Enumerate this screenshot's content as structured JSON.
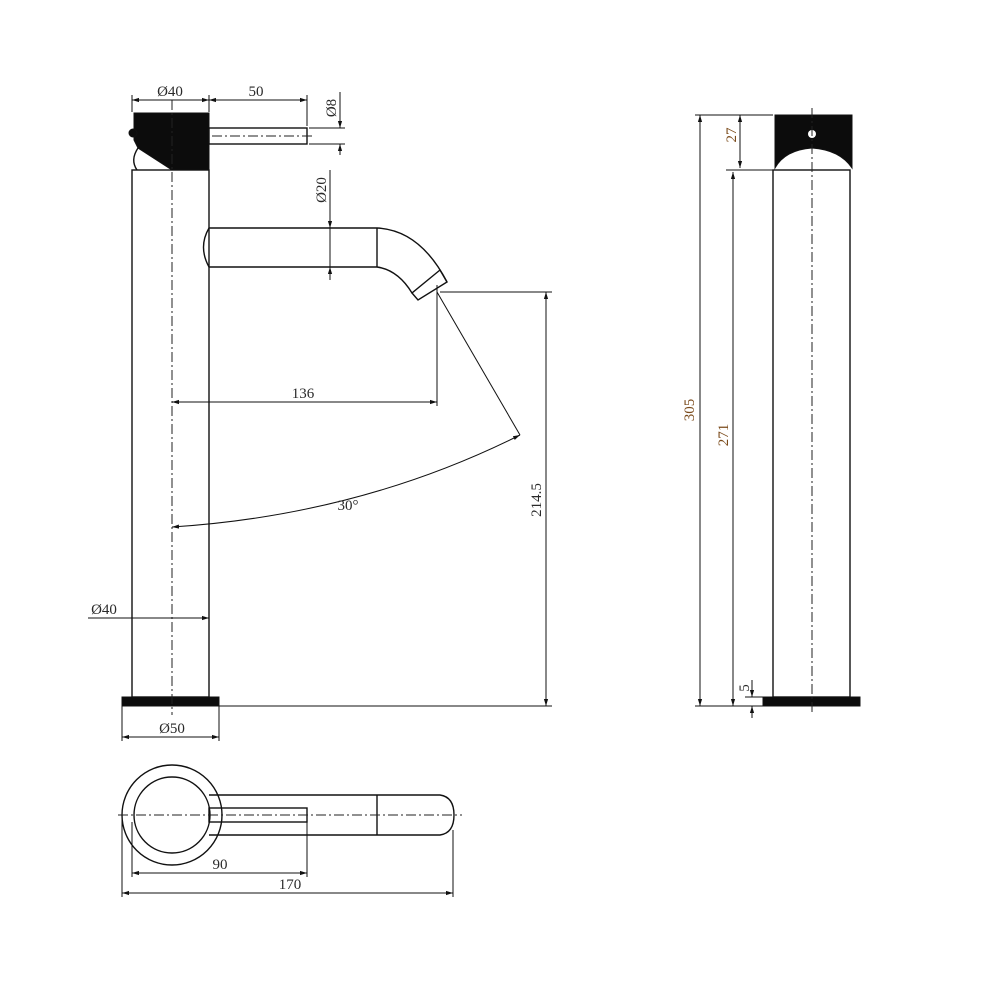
{
  "front_view": {
    "handle_diameter": "Ø40",
    "lever_length": "50",
    "lever_diameter": "Ø8",
    "spout_diameter": "Ø20",
    "spout_reach": "136",
    "swivel_angle": "30°",
    "outlet_height": "214.5",
    "body_diameter": "Ø40",
    "base_diameter": "Ø50"
  },
  "side_view": {
    "overall_height": "305",
    "handle_height": "27",
    "body_height": "271",
    "base_height": "5"
  },
  "top_view": {
    "lever_reach": "90",
    "overall_length": "170"
  },
  "colors": {
    "line": "#111111",
    "orange_text": "#7a4a1a"
  }
}
